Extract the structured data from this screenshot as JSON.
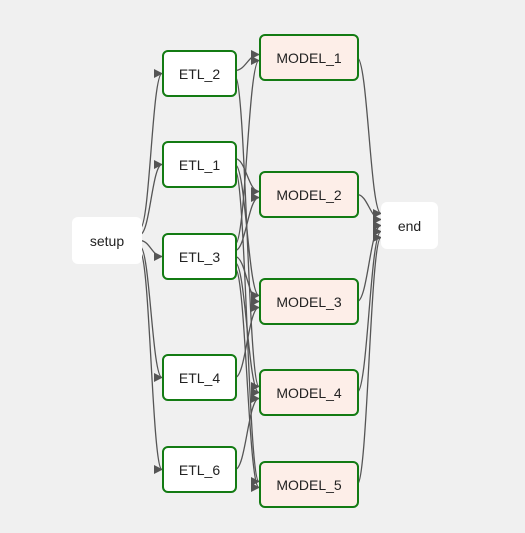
{
  "diagram": {
    "nodes": [
      {
        "id": "setup",
        "label": "setup",
        "kind": "plain"
      },
      {
        "id": "etl_2",
        "label": "ETL_2",
        "kind": "etl"
      },
      {
        "id": "etl_1",
        "label": "ETL_1",
        "kind": "etl"
      },
      {
        "id": "etl_3",
        "label": "ETL_3",
        "kind": "etl"
      },
      {
        "id": "etl_4",
        "label": "ETL_4",
        "kind": "etl"
      },
      {
        "id": "etl_6",
        "label": "ETL_6",
        "kind": "etl"
      },
      {
        "id": "model_1",
        "label": "MODEL_1",
        "kind": "model"
      },
      {
        "id": "model_2",
        "label": "MODEL_2",
        "kind": "model"
      },
      {
        "id": "model_3",
        "label": "MODEL_3",
        "kind": "model"
      },
      {
        "id": "model_4",
        "label": "MODEL_4",
        "kind": "model"
      },
      {
        "id": "model_5",
        "label": "MODEL_5",
        "kind": "model"
      },
      {
        "id": "end",
        "label": "end",
        "kind": "plain"
      }
    ],
    "edges": [
      [
        "setup",
        "etl_2"
      ],
      [
        "setup",
        "etl_1"
      ],
      [
        "setup",
        "etl_3"
      ],
      [
        "setup",
        "etl_4"
      ],
      [
        "setup",
        "etl_6"
      ],
      [
        "etl_2",
        "model_1"
      ],
      [
        "etl_2",
        "model_4"
      ],
      [
        "etl_1",
        "model_2"
      ],
      [
        "etl_1",
        "model_3"
      ],
      [
        "etl_1",
        "model_5"
      ],
      [
        "etl_3",
        "model_1"
      ],
      [
        "etl_3",
        "model_2"
      ],
      [
        "etl_3",
        "model_3"
      ],
      [
        "etl_3",
        "model_4"
      ],
      [
        "etl_3",
        "model_5"
      ],
      [
        "etl_4",
        "model_3"
      ],
      [
        "etl_6",
        "model_4"
      ],
      [
        "model_1",
        "end"
      ],
      [
        "model_2",
        "end"
      ],
      [
        "model_3",
        "end"
      ],
      [
        "model_4",
        "end"
      ],
      [
        "model_5",
        "end"
      ]
    ],
    "colors": {
      "node_border": "#137b13",
      "model_fill": "#fdeee8",
      "plain_fill": "#ffffff",
      "edge": "#555555",
      "background": "#f0f0f0"
    }
  }
}
